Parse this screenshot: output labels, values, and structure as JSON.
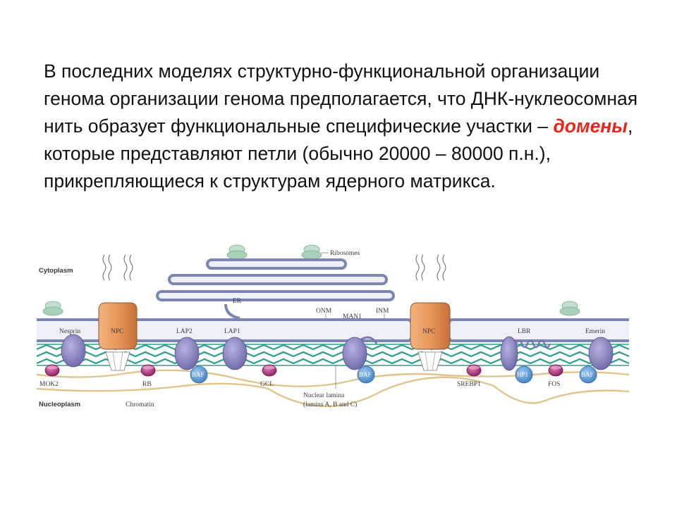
{
  "text": {
    "part1": "В последних моделях  структурно-функциональной организации генома организации генома предполагается, что ДНК-нуклеосомная нить образует функциональные специфические участки – ",
    "highlight": "домены",
    "part2": ", которые представляют петли  (обычно 20000 – 80000 п.н.), прикрепляющиеся к структурам ядерного матрикса."
  },
  "diagram": {
    "labels": {
      "ribosomes": "Ribosomes",
      "cytoplasm": "Cytoplasm",
      "er": "ER",
      "onm": "ONM",
      "inm": "INM",
      "nesprin": "Nesprin",
      "npc1": "NPC",
      "npc2": "NPC",
      "lap2": "LAP2",
      "lap1": "LAP1",
      "man1": "MAN1",
      "lbr": "LBR",
      "emerin": "Emerin",
      "baf1": "BAF",
      "baf2": "BAF",
      "baf3": "BAF",
      "hp1": "HP1",
      "mok2": "MOK2",
      "rb": "RB",
      "gcl": "GCL",
      "srebp1": "SREBP1",
      "fos": "FOS",
      "nuclear_lamina": "Nuclear lamina",
      "lamins": "(lamins A, B and C)",
      "nucleoplasm": "Nucleoplasm",
      "chromatin": "Chromatin"
    },
    "colors": {
      "highlight": "#e8261c",
      "membrane": "#7b86b2",
      "npc": "#e8965a",
      "protein": "#8a86c2",
      "lamina": "#2f9e8e",
      "baf": "#5a9ad6",
      "magenta": "#b0287e",
      "ribosome": "#a8d2b8",
      "chromatin": "#e0c48e"
    }
  }
}
